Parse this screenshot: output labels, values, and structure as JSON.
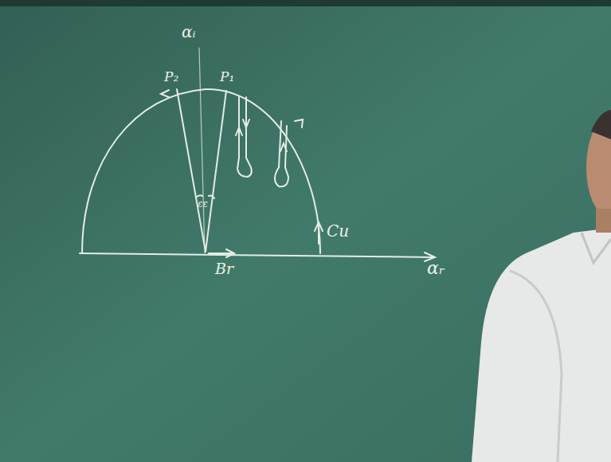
{
  "diagram": {
    "labels": [
      "αᵢ",
      "P₂",
      "P₁",
      "εε",
      "Cu",
      "Br",
      "αᵣ"
    ]
  }
}
